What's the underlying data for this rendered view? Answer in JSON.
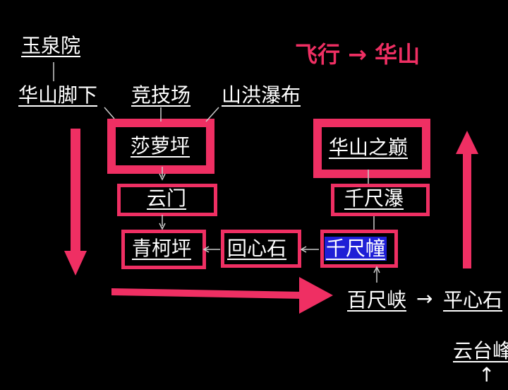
{
  "title": "飞行 → 华山",
  "nodes": {
    "yuquanyuan": "玉泉院",
    "huashan_jiaoxia": "华山脚下",
    "jingjichang": "竞技场",
    "shanhong_pubu": "山洪瀑布",
    "shaluoping": "莎萝坪",
    "yunmen": "云门",
    "qingkeping": "青柯坪",
    "huixinshi": "回心石",
    "qianchichuang": "千尺幢",
    "qianchipu": "千尺瀑",
    "huashan_zhidian": "华山之巅",
    "baichixia": "百尺峡",
    "pingxinshi": "平心石",
    "yuntaifeng": "云台峰"
  },
  "connectors": {
    "baichixia_to_pingxinshi": "→",
    "up_to_yuntaifeng": "↑"
  },
  "colors": {
    "background": "#000000",
    "highlight_box": "#ef2f63",
    "selected_background": "#1f1fd6",
    "text": "#ffffff"
  }
}
